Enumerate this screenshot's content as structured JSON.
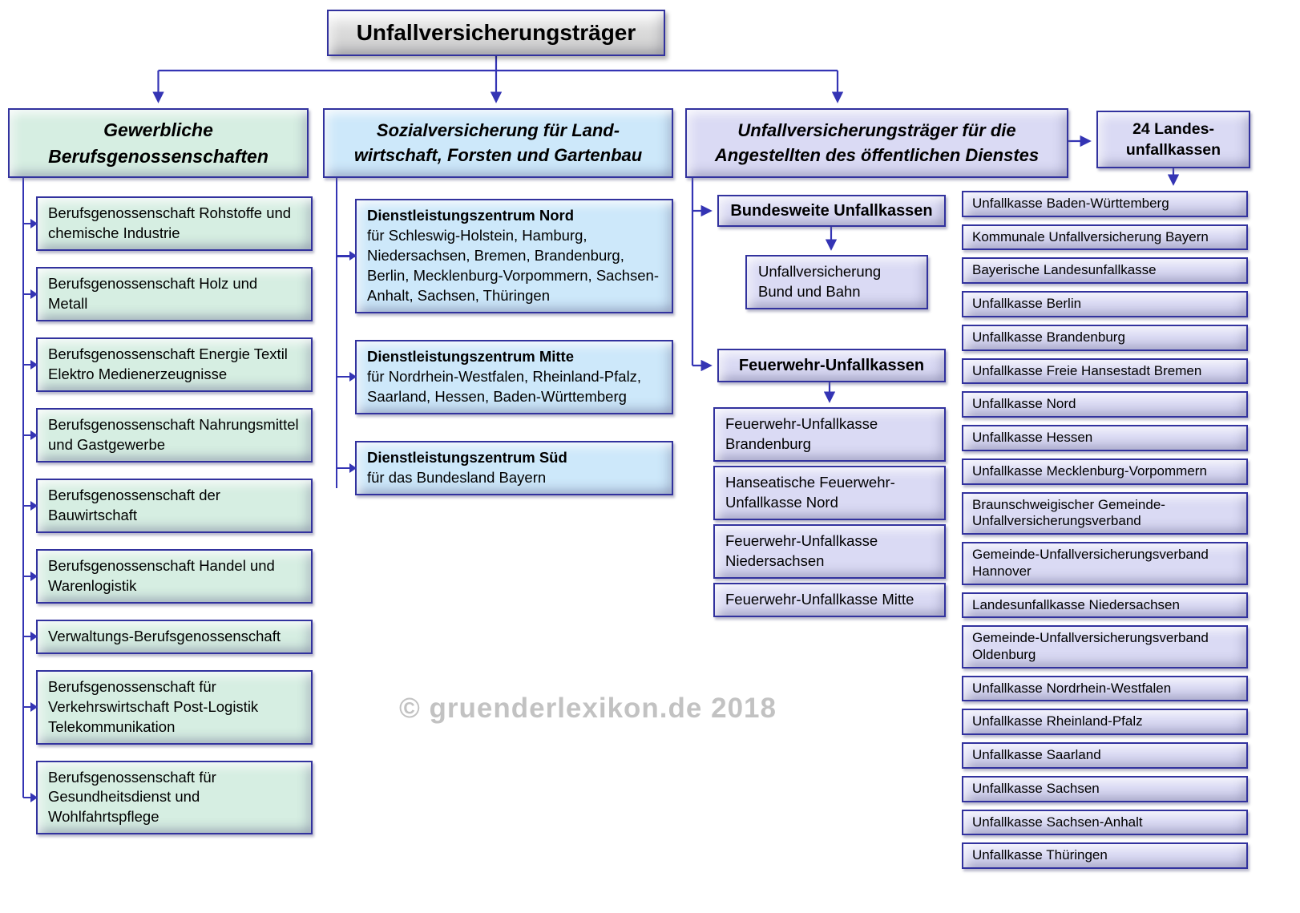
{
  "title": "Unfallversicherungsträger",
  "watermark": "© gruenderlexikon.de 2018",
  "colors": {
    "commercial_green": "#d6eee2",
    "agriculture_blue": "#cde8fa",
    "public_purple": "#dadaf4",
    "border_blue": "#32329e",
    "connector_blue": "#3434b4"
  },
  "commercial": {
    "header_line1": "Gewerbliche",
    "header_line2": "Berufsgenossenschaften",
    "items": [
      "Berufsgenossenschaft Rohstoffe und chemische Industrie",
      "Berufsgenossenschaft Holz und Metall",
      "Berufsgenossenschaft Energie Textil Elektro Medienerzeugnisse",
      "Berufsgenossenschaft Nahrungsmittel und Gastgewerbe",
      "Berufsgenossenschaft der Bauwirtschaft",
      "Berufsgenossenschaft Handel und Warenlogistik",
      "Verwaltungs-Berufsgenossenschaft",
      "Berufsgenossenschaft für Verkehrswirtschaft Post-Logistik Telekommunikation",
      "Berufsgenossenschaft für Gesundheitsdienst und Wohlfahrtspflege"
    ]
  },
  "agriculture": {
    "header_line1": "Sozialversicherung für Land-",
    "header_line2": "wirtschaft, Forsten und Gartenbau",
    "items": [
      {
        "name": "Dienstleistungszentrum Nord",
        "detail": "für Schleswig-Holstein, Hamburg, Niedersachsen, Bremen, Brandenburg, Berlin, Mecklenburg-Vorpommern, Sachsen-Anhalt, Sachsen, Thüringen"
      },
      {
        "name": "Dienstleistungszentrum Mitte",
        "detail": "für Nordrhein-Westfalen, Rheinland-Pfalz, Saarland, Hessen, Baden-Württemberg"
      },
      {
        "name": "Dienstleistungszentrum Süd",
        "detail": "für das Bundesland Bayern"
      }
    ]
  },
  "public_service": {
    "header_line1": "Unfallversicherungsträger für die",
    "header_line2": "Angestellten des öffentlichen Dienstes",
    "federal": {
      "label": "Bundesweite Unfallkassen",
      "child": "Unfallversicherung Bund und Bahn"
    },
    "fire": {
      "label": "Feuerwehr-Unfallkassen",
      "items": [
        "Feuerwehr-Unfallkasse Brandenburg",
        "Hanseatische Feuerwehr-Unfallkasse Nord",
        "Feuerwehr-Unfallkasse Niedersachsen",
        "Feuerwehr-Unfallkasse Mitte"
      ]
    },
    "state": {
      "label_line1": "24 Landes-",
      "label_line2": "unfallkassen",
      "items": [
        "Unfallkasse Baden-Württemberg",
        "Kommunale Unfallversicherung Bayern",
        "Bayerische Landesunfallkasse",
        "Unfallkasse Berlin",
        "Unfallkasse Brandenburg",
        "Unfallkasse Freie Hansestadt Bremen",
        "Unfallkasse Nord",
        "Unfallkasse Hessen",
        "Unfallkasse Mecklenburg-Vorpommern",
        "Braunschweigischer Gemeinde-Unfallversicherungsverband",
        "Gemeinde-Unfallversicherungsverband Hannover",
        "Landesunfallkasse Niedersachsen",
        "Gemeinde-Unfallversicherungsverband Oldenburg",
        "Unfallkasse Nordrhein-Westfalen",
        "Unfallkasse Rheinland-Pfalz",
        "Unfallkasse Saarland",
        "Unfallkasse Sachsen",
        "Unfallkasse Sachsen-Anhalt",
        "Unfallkasse Thüringen"
      ]
    }
  }
}
